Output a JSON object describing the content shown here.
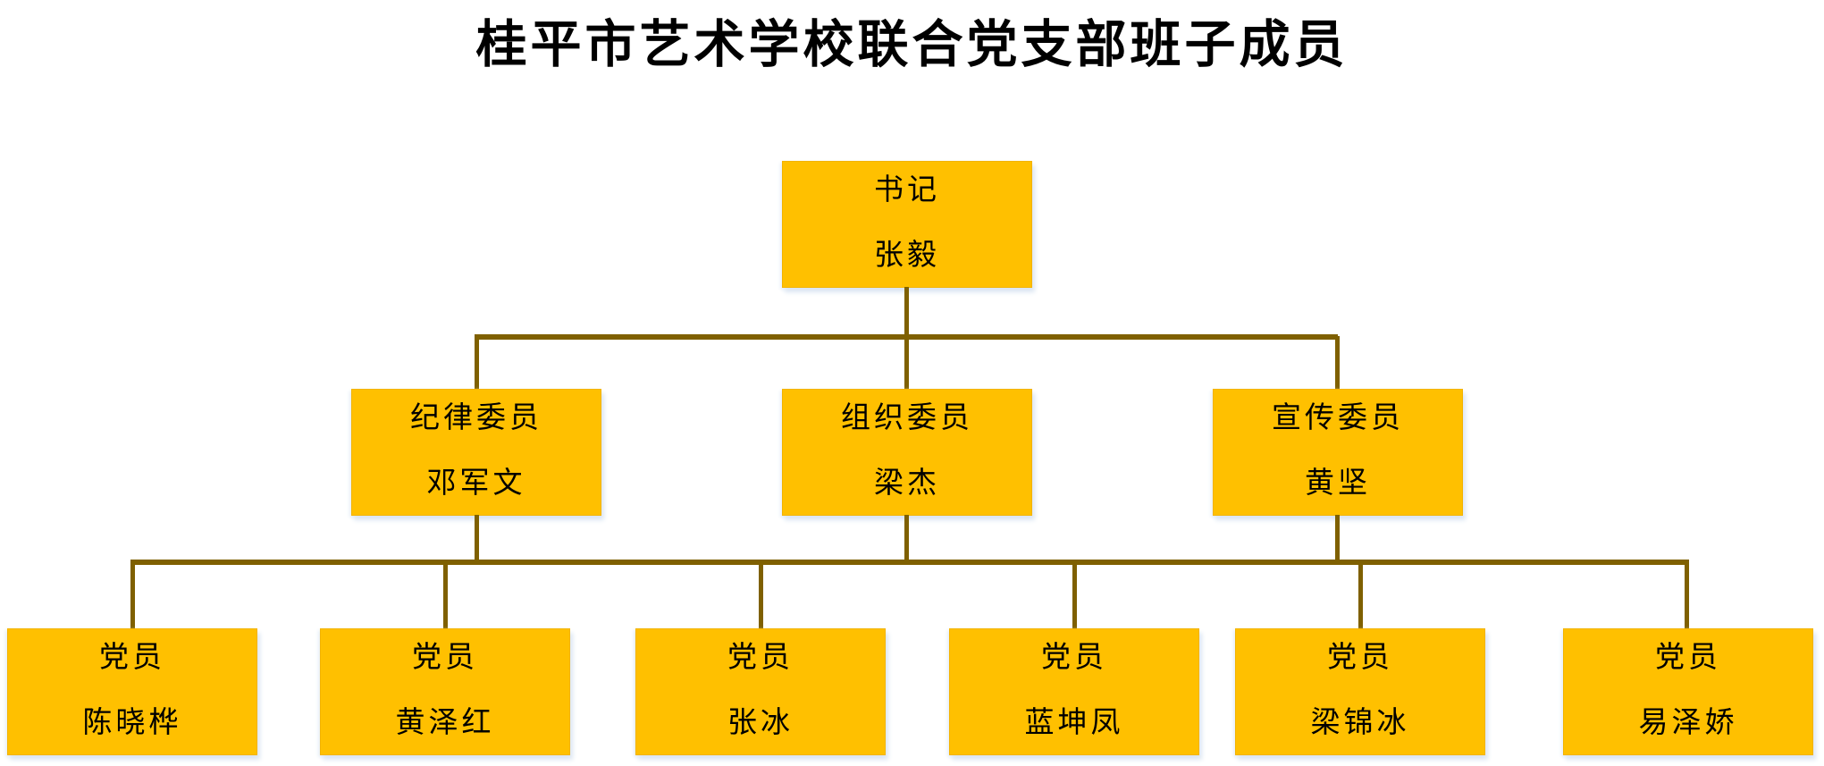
{
  "title": "桂平市艺术学校联合党支部班子成员",
  "colors": {
    "box_fill": "#FFC000",
    "connector_line": "#7F6000",
    "title_text": "#000000",
    "box_text": "#000000",
    "box_shadow": "#DCE6F2",
    "background": "#FFFFFF"
  },
  "org_chart": {
    "type": "org-tree",
    "levels": 3,
    "nodes": [
      {
        "id": "secretary",
        "level": 1,
        "role": "书记",
        "name": "张毅",
        "parent": null
      },
      {
        "id": "discipline",
        "level": 2,
        "role": "纪律委员",
        "name": "邓军文",
        "parent": "secretary"
      },
      {
        "id": "organization",
        "level": 2,
        "role": "组织委员",
        "name": "梁杰",
        "parent": "secretary"
      },
      {
        "id": "propaganda",
        "level": 2,
        "role": "宣传委员",
        "name": "黄坚",
        "parent": "secretary"
      },
      {
        "id": "member-1",
        "level": 3,
        "role": "党员",
        "name": "陈晓桦",
        "parent": "level-2-group"
      },
      {
        "id": "member-2",
        "level": 3,
        "role": "党员",
        "name": "黄泽红",
        "parent": "level-2-group"
      },
      {
        "id": "member-3",
        "level": 3,
        "role": "党员",
        "name": "张冰",
        "parent": "level-2-group"
      },
      {
        "id": "member-4",
        "level": 3,
        "role": "党员",
        "name": "蓝坤凤",
        "parent": "level-2-group"
      },
      {
        "id": "member-5",
        "level": 3,
        "role": "党员",
        "name": "梁锦冰",
        "parent": "level-2-group"
      },
      {
        "id": "member-6",
        "level": 3,
        "role": "党员",
        "name": "易泽娇",
        "parent": "level-2-group"
      }
    ]
  }
}
